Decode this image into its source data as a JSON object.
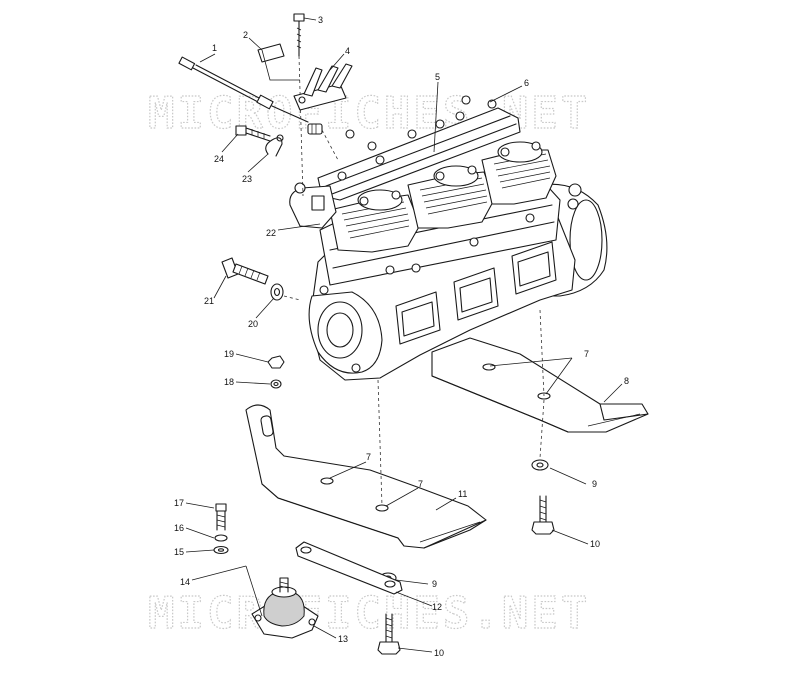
{
  "watermark": {
    "top": "MICROFICHES.NET",
    "bottom": "MICROFICHES.NET"
  },
  "callouts": {
    "c1": "1",
    "c2": "2",
    "c3": "3",
    "c4": "4",
    "c5": "5",
    "c6": "6",
    "c7a": "7",
    "c7b": "7",
    "c7c": "7",
    "c8": "8",
    "c9a": "9",
    "c9b": "9",
    "c10a": "10",
    "c10b": "10",
    "c11": "11",
    "c12": "12",
    "c13": "13",
    "c14": "14",
    "c15": "15",
    "c16": "16",
    "c17": "17",
    "c18": "18",
    "c19": "19",
    "c20": "20",
    "c21": "21",
    "c22": "22",
    "c23": "23",
    "c24": "24"
  }
}
